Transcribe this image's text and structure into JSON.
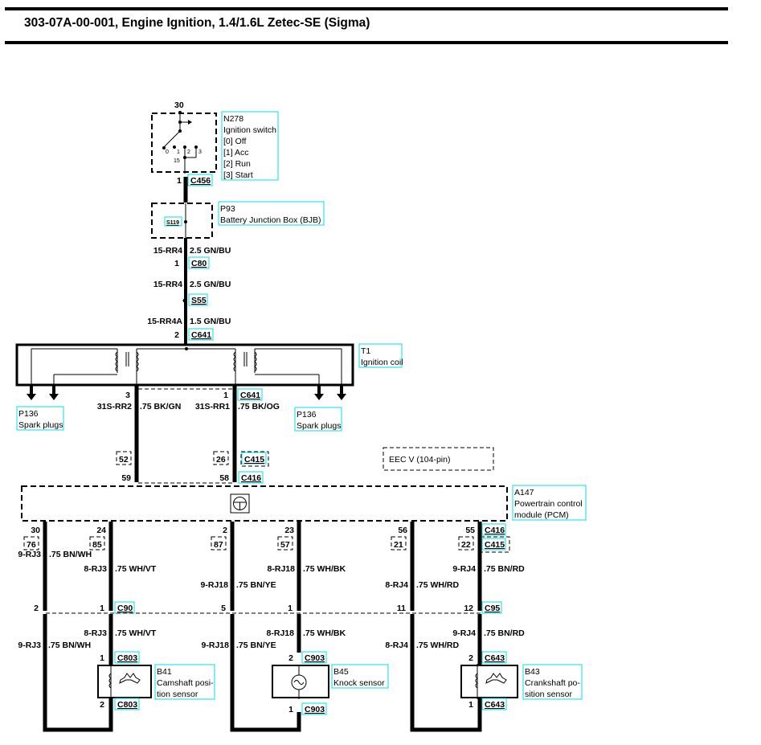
{
  "header": {
    "title": "303-07A-00-001, Engine Ignition, 1.4/1.6L Zetec-SE (Sigma)"
  },
  "components": {
    "ignition_switch": {
      "pin_top": "30",
      "pin_out": "15",
      "positions": [
        "0",
        "1",
        "2",
        "3"
      ],
      "id": "N278",
      "name": "Ignition switch",
      "states": [
        "[0] Off",
        "[1] Acc",
        "[2] Run",
        "[3] Start"
      ]
    },
    "bjb": {
      "id": "P93",
      "name": "Battery Junction Box (BJB)",
      "splice": "S119"
    },
    "ignition_coil": {
      "id": "T1",
      "name": "Ignition coil"
    },
    "spark_plugs_left": {
      "id": "P136",
      "name": "Spark plugs"
    },
    "spark_plugs_right": {
      "id": "P136",
      "name": "Spark plugs"
    },
    "eec": {
      "label": "EEC V (104-pin)"
    },
    "pcm": {
      "id": "A147",
      "name_line1": "Powertrain control",
      "name_line2": "module (PCM)"
    },
    "cmp": {
      "id": "B41",
      "name_line1": "Camshaft posi-",
      "name_line2": "tion sensor"
    },
    "ks": {
      "id": "B45",
      "name": "Knock sensor"
    },
    "ckp": {
      "id": "B43",
      "name_line1": "Crankshaft po-",
      "name_line2": "sition sensor"
    }
  },
  "feed": {
    "c456": {
      "pin": "1",
      "connector": "C456"
    },
    "seg1": {
      "circuit": "15-RR4",
      "wire": "2.5 GN/BU"
    },
    "c80": {
      "pin": "1",
      "connector": "C80"
    },
    "seg2": {
      "circuit": "15-RR4",
      "wire": "2.5 GN/BU"
    },
    "s55": {
      "connector": "S55"
    },
    "seg3": {
      "circuit": "15-RR4A",
      "wire": "1.5 GN/BU"
    },
    "c641": {
      "pin": "2",
      "connector": "C641"
    }
  },
  "coil_outputs": {
    "left": {
      "pin": "3",
      "circuit": "31S-RR2",
      "wire": ".75 BK/GN",
      "c415_pin": "52",
      "c416_pin": "59"
    },
    "right": {
      "pin": "1",
      "connector": "C641",
      "circuit": "31S-RR1",
      "wire": ".75 BK/OG",
      "c415_pin": "26",
      "c416_pin": "58",
      "c415": "C415",
      "c416": "C416"
    }
  },
  "pcm_pins": [
    {
      "c416": "30",
      "c415": "76",
      "circuit": "9-RJ3",
      "wire": ".75 BN/WH",
      "inline_pin": "2"
    },
    {
      "c416": "24",
      "c415": "85",
      "circuit": "8-RJ3",
      "wire": ".75 WH/VT",
      "inline_pin": "1",
      "inline_conn": "C90"
    },
    {
      "c416": "2",
      "c415": "87",
      "circuit": "9-RJ18",
      "wire": ".75 BN/YE",
      "inline_pin": "5"
    },
    {
      "c416": "23",
      "c415": "57",
      "circuit": "8-RJ18",
      "wire": ".75 WH/BK",
      "inline_pin": "1"
    },
    {
      "c416": "56",
      "c415": "21",
      "circuit": "8-RJ4",
      "wire": ".75 WH/RD",
      "inline_pin": "11"
    },
    {
      "c416": "55",
      "c415": "22",
      "circuit": "9-RJ4",
      "wire": ".75 BN/RD",
      "inline_pin": "12",
      "inline_conn": "C95",
      "conn416": "C416",
      "conn415": "C415"
    }
  ],
  "lower": {
    "cmp_a": {
      "circuit": "8-RJ3",
      "wire": ".75 WH/VT",
      "pin": "1",
      "connector": "C803"
    },
    "cmp_b": {
      "circuit": "9-RJ3",
      "wire": ".75 BN/WH",
      "pin": "2",
      "connector": "C803"
    },
    "ks_a": {
      "circuit": "8-RJ18",
      "wire": ".75 WH/BK",
      "pin": "2",
      "connector": "C903"
    },
    "ks_b": {
      "circuit": "9-RJ18",
      "wire": ".75 BN/YE",
      "pin": "1",
      "connector": "C903"
    },
    "ckp_a": {
      "circuit": "9-RJ4",
      "wire": ".75 BN/RD",
      "pin": "2",
      "connector": "C643"
    },
    "ckp_b": {
      "circuit": "8-RJ4",
      "wire": ".75 WH/RD",
      "pin": "1",
      "connector": "C643"
    }
  }
}
